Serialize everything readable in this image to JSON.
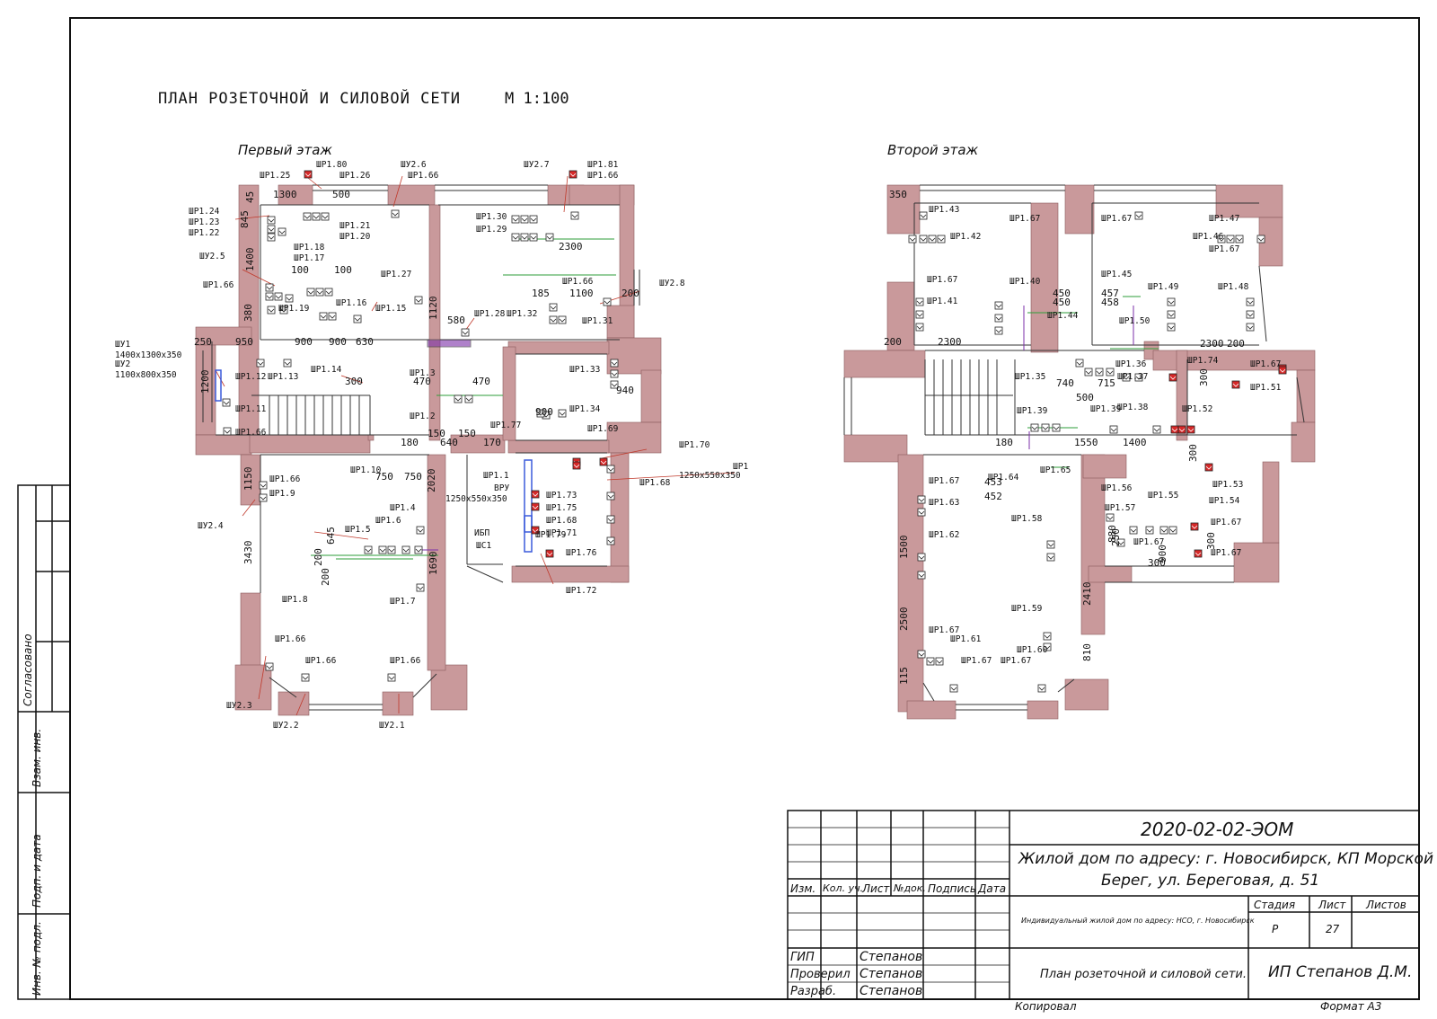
{
  "plan": {
    "title": "ПЛАН РОЗЕТОЧНОЙ И СИЛОВОЙ СЕТИ",
    "scale": "М 1:100",
    "floor1_name": "Первый этаж",
    "floor2_name": "Второй этаж"
  },
  "colors": {
    "wall": "#c9999b",
    "wall_stroke": "#8a5a5c",
    "leader": "#c0392b",
    "cable": "#2e9e3a",
    "cable2": "#7b2fa8",
    "panel": "#3b5bdb",
    "socket_red": "#d62828",
    "line": "#111111"
  },
  "floor1": {
    "labels": [
      {
        "t": "ШР1.80"
      },
      {
        "t": "ШР1.25"
      },
      {
        "t": "ШР1.26"
      },
      {
        "t": "ШУ2.6"
      },
      {
        "t": "ШР1.66"
      },
      {
        "t": "ШУ2.7"
      },
      {
        "t": "ШР1.81"
      },
      {
        "t": "ШР1.66"
      },
      {
        "t": "ШР1.24"
      },
      {
        "t": "ШР1.23"
      },
      {
        "t": "ШР1.22"
      },
      {
        "t": "ШР1.21"
      },
      {
        "t": "ШР1.20"
      },
      {
        "t": "ШР1.30"
      },
      {
        "t": "ШР1.29"
      },
      {
        "t": "ШУ2.5"
      },
      {
        "t": "ШР1.18"
      },
      {
        "t": "ШР1.17"
      },
      {
        "t": "ШР1.27"
      },
      {
        "t": "ШР1.66"
      },
      {
        "t": "ШУ2.8"
      },
      {
        "t": "ШР1.66"
      },
      {
        "t": "ШР1.16"
      },
      {
        "t": "ШР1.19"
      },
      {
        "t": "ШР1.15"
      },
      {
        "t": "ШР1.28"
      },
      {
        "t": "ШР1.32"
      },
      {
        "t": "ШР1.31"
      },
      {
        "t": "ШУ1"
      },
      {
        "t": "1400x1300x350"
      },
      {
        "t": "ШУ2"
      },
      {
        "t": "1100x800x350"
      },
      {
        "t": "ШР1.14"
      },
      {
        "t": "ШР1.3"
      },
      {
        "t": "ШР1.33"
      },
      {
        "t": "ШР1.12"
      },
      {
        "t": "ШР1.13"
      },
      {
        "t": "ШР1.11"
      },
      {
        "t": "ШР1.2"
      },
      {
        "t": "ШР1.34"
      },
      {
        "t": "ШР1.77"
      },
      {
        "t": "ШР1.69"
      },
      {
        "t": "ШР1.66"
      },
      {
        "t": "ШР1.70"
      },
      {
        "t": "ШР1"
      },
      {
        "t": "1250x550x350"
      },
      {
        "t": "ШР1.10"
      },
      {
        "t": "ШР1.1"
      },
      {
        "t": "ВРУ"
      },
      {
        "t": "1250x550x350"
      },
      {
        "t": "ШР1.68"
      },
      {
        "t": "ШР1.66"
      },
      {
        "t": "ШР1.9"
      },
      {
        "t": "ШР1.73"
      },
      {
        "t": "ШР1.4"
      },
      {
        "t": "ШР1.75"
      },
      {
        "t": "ШУ2.4"
      },
      {
        "t": "ШР1.6"
      },
      {
        "t": "ШР1.68"
      },
      {
        "t": "ШР1.5"
      },
      {
        "t": "ИБП"
      },
      {
        "t": "ШР1.71"
      },
      {
        "t": "ШС1"
      },
      {
        "t": "ШР1.79"
      },
      {
        "t": "ШР1.76"
      },
      {
        "t": "ШР1.72"
      },
      {
        "t": "ШР1.7"
      },
      {
        "t": "ШР1.8"
      },
      {
        "t": "ШР1.66"
      },
      {
        "t": "ШР1.66"
      },
      {
        "t": "ШР1.66"
      },
      {
        "t": "ШУ2.3"
      },
      {
        "t": "ШУ2.2"
      },
      {
        "t": "ШУ2.1"
      }
    ],
    "dims": [
      "1300",
      "500",
      "45",
      "845",
      "1400",
      "100",
      "100",
      "2300",
      "185",
      "1100",
      "200",
      "380",
      "1120",
      "580",
      "250",
      "950",
      "900",
      "900",
      "630",
      "300",
      "1200",
      "470",
      "470",
      "940",
      "900",
      "180",
      "640",
      "150",
      "150",
      "170",
      "750",
      "750",
      "1150",
      "2020",
      "645",
      "200",
      "200",
      "3430",
      "1690"
    ]
  },
  "floor2": {
    "labels": [
      {
        "t": "ШР1.43"
      },
      {
        "t": "ШР1.67"
      },
      {
        "t": "ШР1.67"
      },
      {
        "t": "ШР1.47"
      },
      {
        "t": "ШР1.42"
      },
      {
        "t": "ШР1.46"
      },
      {
        "t": "ШР1.67"
      },
      {
        "t": "ШР1.67"
      },
      {
        "t": "ШР1.40"
      },
      {
        "t": "ШР1.45"
      },
      {
        "t": "ШР1.49"
      },
      {
        "t": "ШР1.48"
      },
      {
        "t": "ШР1.41"
      },
      {
        "t": "ШР1.44"
      },
      {
        "t": "ШР1.50"
      },
      {
        "t": "ШР1.74"
      },
      {
        "t": "ШР1.67"
      },
      {
        "t": "ШР1.36"
      },
      {
        "t": "ШР1.35"
      },
      {
        "t": "ШР1.37"
      },
      {
        "t": "ШР1.51"
      },
      {
        "t": "ШР1.39"
      },
      {
        "t": "ШР1.39"
      },
      {
        "t": "ШР1.38"
      },
      {
        "t": "ШР1.52"
      },
      {
        "t": "ШР1.64"
      },
      {
        "t": "ШР1.65"
      },
      {
        "t": "ШР1.53"
      },
      {
        "t": "ШР1.67"
      },
      {
        "t": "ШР1.56"
      },
      {
        "t": "ШР1.55"
      },
      {
        "t": "ШР1.63"
      },
      {
        "t": "ШР1.57"
      },
      {
        "t": "ШР1.54"
      },
      {
        "t": "ШР1.58"
      },
      {
        "t": "ШР1.67"
      },
      {
        "t": "ШР1.67"
      },
      {
        "t": "ШР1.62"
      },
      {
        "t": "ШР1.67"
      },
      {
        "t": "ШР1.59"
      },
      {
        "t": "ШР1.67"
      },
      {
        "t": "ШР1.61"
      },
      {
        "t": "ШР1.60"
      },
      {
        "t": "ШР1.67"
      },
      {
        "t": "ШР1.67"
      }
    ],
    "dims": [
      "350",
      "450",
      "450",
      "457",
      "458",
      "200",
      "2300",
      "2300",
      "200",
      "740",
      "715",
      "500",
      "300",
      "180",
      "1550",
      "1400",
      "300",
      "453",
      "452",
      "1500",
      "880",
      "250",
      "900",
      "300",
      "300",
      "2500",
      "2410",
      "810",
      "115"
    ]
  },
  "stamp": {
    "code": "2020-02-02-ЭОМ",
    "object_line1": "Жилой дом по адресу: г. Новосибирск, КП Морской",
    "object_line2": "Берег, ул. Береговая, д. 51",
    "columns": [
      "Изм.",
      "Кол. уч.",
      "Лист",
      "№док.",
      "Подпись",
      "Дата"
    ],
    "description": "Индивидуальный жилой дом по адресу: НСО, г. Новосибирск",
    "stage_header": "Стадия",
    "sheet_header": "Лист",
    "sheets_header": "Листов",
    "stage": "Р",
    "sheet": "27",
    "roles": [
      {
        "role": "ГИП",
        "name": "Степанов"
      },
      {
        "role": "Проверил",
        "name": "Степанов"
      },
      {
        "role": "Разраб.",
        "name": "Степанов"
      }
    ],
    "drawing_name": "План розеточной и силовой сети.",
    "company": "ИП Степанов Д.М.",
    "copied": "Копировал",
    "format": "Формат А3"
  },
  "side_stamp": {
    "agreed": "Согласовано",
    "inv_replace": "Взам. инв.",
    "sign_date": "Подп. и дата",
    "inv_orig": "Инв. № подл."
  }
}
